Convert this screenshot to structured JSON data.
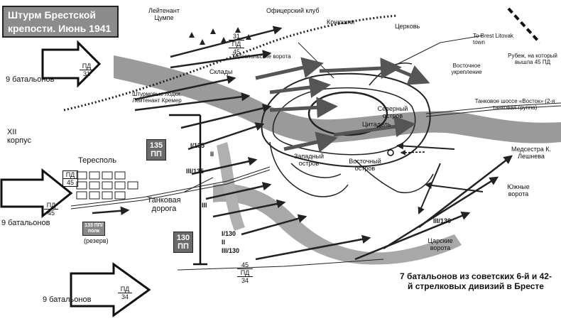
{
  "title": {
    "line1": "Штурм Брестской",
    "line2": "крепости. Июнь 1941"
  },
  "labels": {
    "leutenant_tsumpe": "Лейтенант Цумпе",
    "officers_club": "Офицерский клуб",
    "stables": "Конюшни",
    "church": "Церковь",
    "to_brest": "To Brest Litovak town",
    "line_45": "Рубеж, на который вышла 45 ПД",
    "terespol_gate": "Тереспольские ворота",
    "warehouses": "Склады",
    "east_fort": "Восточное укрепление",
    "assault_boats": "Штурмовые лодки. Лейтенант Кремер",
    "north_island": "Северный остров",
    "citadel": "Цитадель",
    "tank_highway": "Танковое шоссе «Восток» (2-я танковая группа)",
    "west_island": "Западный остров",
    "east_island": "Восточный остров",
    "nurse": "Медсестра К. Лешнева",
    "south_gate": "Южные ворота",
    "tsar_gate": "Царские ворота",
    "xii_corps": "XII корпус",
    "terespol": "Тересполь",
    "tank_road": "Танковая дорога",
    "reserve": "(резерв)",
    "bottom_note": "7 батальонов из советских 6-й и 42-й стрелковых дивизий в Бресте"
  },
  "arrows": {
    "a1": "9 батальонов",
    "a2": "9 батальонов",
    "a3": "9 батальонов"
  },
  "pd": {
    "pd31_left": {
      "top": "ПД",
      "bottom": "31"
    },
    "pd45_left": {
      "top": "ПД",
      "bottom": "45"
    },
    "pd34_left": {
      "top": "ПД",
      "bottom": "34"
    },
    "pd45_terespol": {
      "top": "ПД",
      "bottom": "45"
    },
    "pd31_45": {
      "top": "31",
      "mid": "ПД",
      "bottom": "45"
    },
    "pd45_34": {
      "top": "45",
      "mid": "ПД",
      "bottom": "34"
    }
  },
  "units": {
    "u135pp": "135 ПП",
    "u130pp": "130 ПП",
    "u133": "133 ПП/ полк",
    "i135": "I/135",
    "ii": "II",
    "iii135": "III/135",
    "iii": "III",
    "i130": "I/130",
    "ii2": "II",
    "iii130": "III/130",
    "iii_130b": "III/130"
  },
  "colors": {
    "accent": "#555555",
    "river": "#8f8f8f",
    "box": "#6a6a6a"
  }
}
